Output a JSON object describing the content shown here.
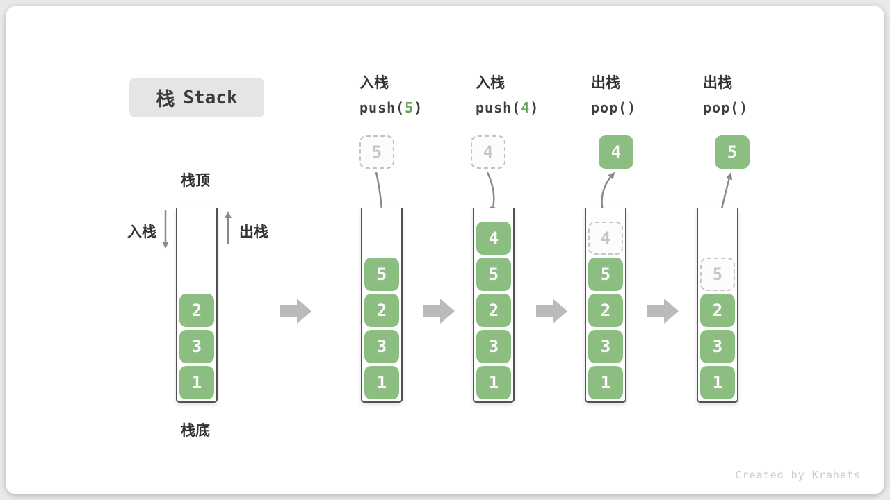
{
  "title": {
    "zh": "栈",
    "en": "Stack"
  },
  "labels": {
    "stack_top": "栈顶",
    "stack_bottom": "栈底",
    "push_side": "入栈",
    "pop_side": "出栈"
  },
  "operations": [
    {
      "label": "入栈",
      "code": {
        "prefix": "push(",
        "arg": "5",
        "suffix": ")"
      }
    },
    {
      "label": "入栈",
      "code": {
        "prefix": "push(",
        "arg": "4",
        "suffix": ")"
      }
    },
    {
      "label": "出栈",
      "code": {
        "prefix": "pop(",
        "arg": "",
        "suffix": ")"
      }
    },
    {
      "label": "出栈",
      "code": {
        "prefix": "pop(",
        "arg": "",
        "suffix": ")"
      }
    }
  ],
  "stacks": [
    {
      "name": "initial",
      "blocks": [
        {
          "value": "2",
          "ghost": false
        },
        {
          "value": "3",
          "ghost": false
        },
        {
          "value": "1",
          "ghost": false
        }
      ],
      "floating": null
    },
    {
      "name": "after-push-5",
      "blocks": [
        {
          "value": "5",
          "ghost": false
        },
        {
          "value": "2",
          "ghost": false
        },
        {
          "value": "3",
          "ghost": false
        },
        {
          "value": "1",
          "ghost": false
        }
      ],
      "floating": {
        "value": "5",
        "style": "dashed"
      }
    },
    {
      "name": "after-push-4",
      "blocks": [
        {
          "value": "4",
          "ghost": false
        },
        {
          "value": "5",
          "ghost": false
        },
        {
          "value": "2",
          "ghost": false
        },
        {
          "value": "3",
          "ghost": false
        },
        {
          "value": "1",
          "ghost": false
        }
      ],
      "floating": {
        "value": "4",
        "style": "dashed"
      }
    },
    {
      "name": "after-pop-4",
      "blocks": [
        {
          "value": "4",
          "ghost": true
        },
        {
          "value": "5",
          "ghost": false
        },
        {
          "value": "2",
          "ghost": false
        },
        {
          "value": "3",
          "ghost": false
        },
        {
          "value": "1",
          "ghost": false
        }
      ],
      "floating": {
        "value": "4",
        "style": "solid"
      }
    },
    {
      "name": "after-pop-5",
      "blocks": [
        {
          "value": "5",
          "ghost": true
        },
        {
          "value": "2",
          "ghost": false
        },
        {
          "value": "3",
          "ghost": false
        },
        {
          "value": "1",
          "ghost": false
        }
      ],
      "floating": {
        "value": "5",
        "style": "solid"
      }
    }
  ],
  "watermark": "Created by Krahets",
  "colors": {
    "block_green": "#8cbe82",
    "code_green": "#61a351",
    "text_dark": "#3b3b3b",
    "ghost_gray": "#c6c6c6",
    "arrow_gray": "#8a8a8a",
    "block_arrow_gray": "#bababa",
    "title_bg": "#e5e5e5"
  }
}
